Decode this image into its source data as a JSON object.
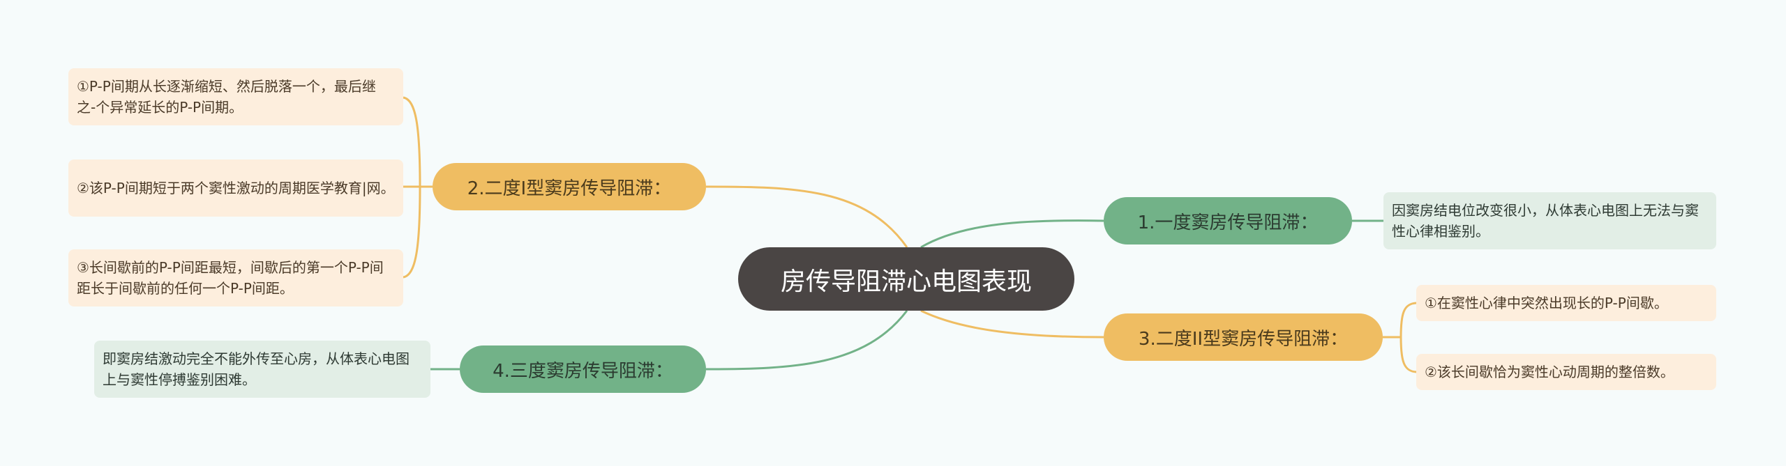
{
  "title": "房传导阻滞心电图表现",
  "branches": [
    {
      "label": "1.一度窦房传导阻滞：",
      "notes": [
        "因窦房结电位改变很小，从体表心电图上无法与窦性心律相鉴别。"
      ]
    },
    {
      "label": "2.二度I型窦房传导阻滞：",
      "notes": [
        "①P-P间期从长逐渐缩短、然后脱落一个，最后继之-个异常延长的P-P间期。",
        "②该P-P间期短于两个窦性激动的周期医学教育|网。",
        "③长间歇前的P-P间距最短，间歇后的第一个P-P间距长于间歇前的任何一个P-P间距。"
      ]
    },
    {
      "label": "3.二度II型窦房传导阻滞：",
      "notes": [
        "①在窦性心律中突然出现长的P-P间歇。",
        "②该长间歇恰为窦性心动周期的整倍数。"
      ]
    },
    {
      "label": "4.三度窦房传导阻滞：",
      "notes": [
        "即窦房结激动完全不能外传至心房，从体表心电图上与窦性停搏鉴别困难。"
      ]
    }
  ],
  "colors": {
    "green": "#72b288",
    "orange": "#efbd62",
    "center": "#4a4544"
  }
}
